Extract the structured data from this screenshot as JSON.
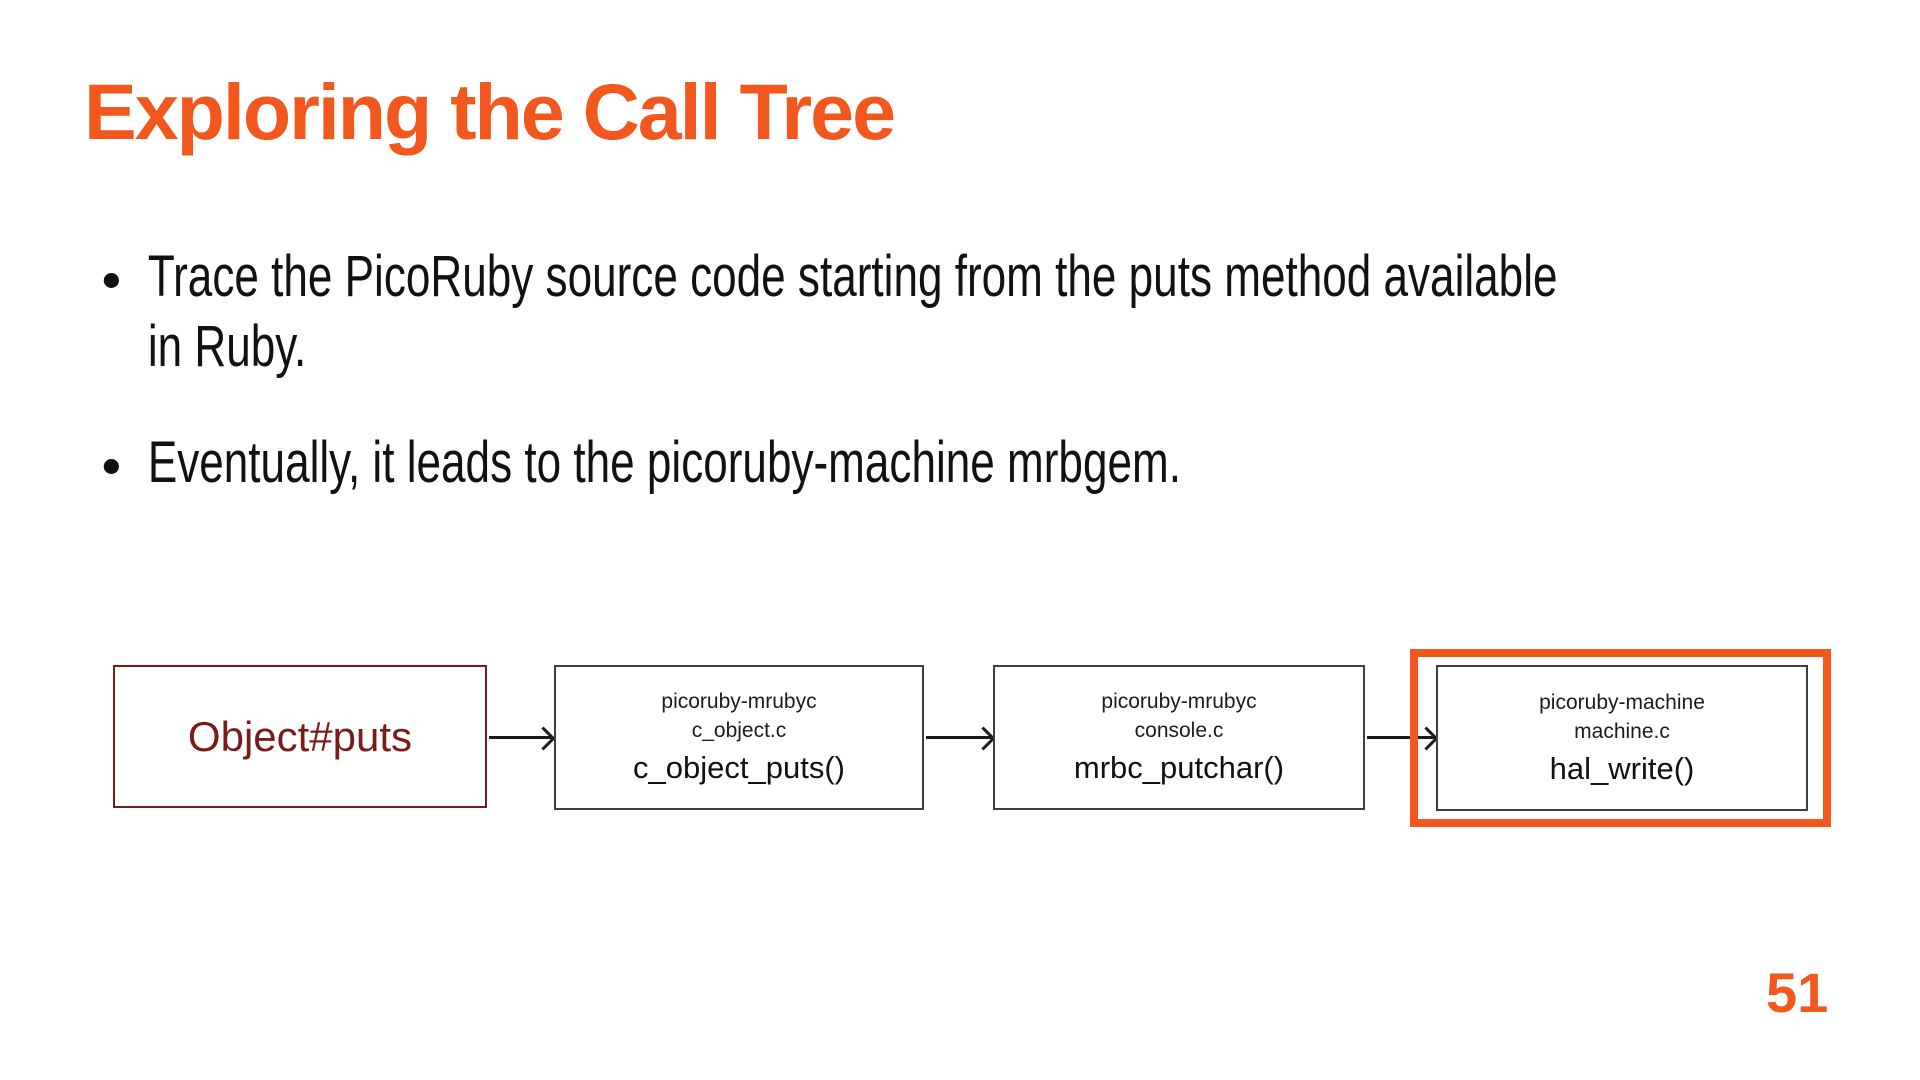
{
  "slide": {
    "title": "Exploring the Call Tree",
    "bullets": [
      "Trace the PicoRuby source code starting from the puts method available in Ruby.",
      "Eventually, it leads to the picoruby-machine mrbgem."
    ],
    "page_number": "51"
  },
  "diagram": {
    "nodes": [
      {
        "label": "Object#puts"
      },
      {
        "gem": "picoruby-mrubyc",
        "file": "c_object.c",
        "func": "c_object_puts()"
      },
      {
        "gem": "picoruby-mrubyc",
        "file": "console.c",
        "func": "mrbc_putchar()"
      },
      {
        "gem": "picoruby-machine",
        "file": "machine.c",
        "func": "hal_write()",
        "highlighted": true
      }
    ]
  },
  "colors": {
    "accent_orange": "#F2571D",
    "dark_red": "#7A1B1B",
    "box_border": "#3F3F3F",
    "arrow": "#1A1A1A",
    "text": "#111111"
  }
}
